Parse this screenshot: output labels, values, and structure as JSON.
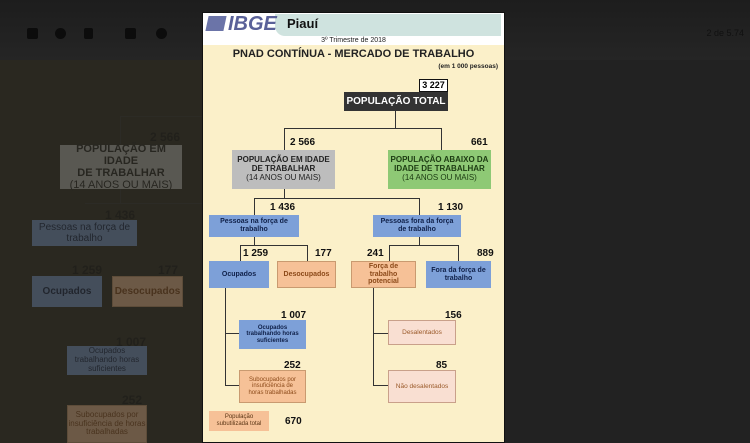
{
  "viewer": {
    "pager": "2 de 5.74",
    "icons": [
      "archive-icon",
      "report-icon",
      "trash-icon",
      "mark-read-icon",
      "clock-icon"
    ]
  },
  "header": {
    "logo": "IBGE",
    "state": "Piauí",
    "period": "3º Trimestre de 2018",
    "title": "PNAD CONTÍNUA - MERCADO DE TRABALHO",
    "unit": "(em 1 000 pessoas)"
  },
  "colors": {
    "gray": "#bdbdbd",
    "green": "#8ec975",
    "blue": "#7da0d8",
    "orange": "#f6c197",
    "pink": "#f9dfd2",
    "page": "#fbf0c9"
  },
  "nodes": {
    "total": {
      "label": "POPULAÇÃO TOTAL",
      "value": "3 227"
    },
    "idade": {
      "label1": "POPULAÇÃO EM IDADE",
      "label2": "DE TRABALHAR",
      "label3": "(14 ANOS OU MAIS)",
      "value": "2 566"
    },
    "abaixo": {
      "label1": "POPULAÇÃO ABAIXO DA",
      "label2": "IDADE DE TRABALHAR",
      "label3": "(14 ANOS OU MAIS)",
      "value": "661"
    },
    "forca": {
      "label": "Pessoas na força de trabalho",
      "value": "1 436"
    },
    "fora": {
      "label": "Pessoas fora da força de trabalho",
      "value": "1 130"
    },
    "ocupados": {
      "label": "Ocupados",
      "value": "1 259"
    },
    "desocupados": {
      "label": "Desocupados",
      "value": "177"
    },
    "potencial": {
      "label": "Força de trabalho potencial",
      "value": "241"
    },
    "forada": {
      "label": "Fora da força de trabalho",
      "value": "889"
    },
    "suficientes": {
      "label": "Ocupados trabalhando horas suficientes",
      "value": "1 007"
    },
    "subocupados": {
      "label": "Subocupados por insuficiência de horas trabalhadas",
      "value": "252"
    },
    "desalentados": {
      "label": "Desalentados",
      "value": "156"
    },
    "naodesal": {
      "label": "Não desalentados",
      "value": "85"
    },
    "subutilizada": {
      "label": "População subutilizada total",
      "value": "670"
    }
  }
}
